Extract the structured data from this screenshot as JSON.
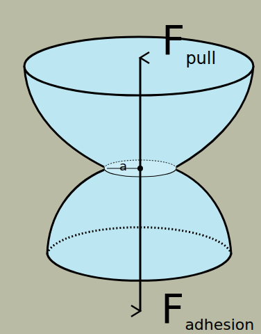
{
  "diagram": {
    "labels": [
      "F",
      "pull",
      "a",
      "F",
      "adhesion"
    ]
  }
}
